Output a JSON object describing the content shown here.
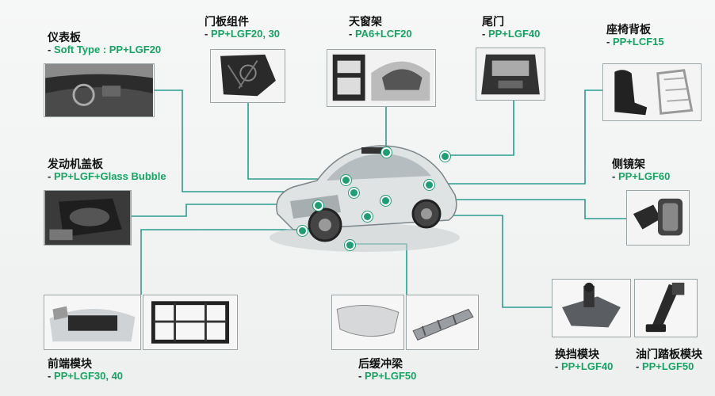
{
  "colors": {
    "accent": "#1f9e73",
    "spec_green": "#17a463",
    "line": "#2a9d8f"
  },
  "parts": {
    "dashboard": {
      "name": "仪表板",
      "spec": "Soft Type : PP+LGF20"
    },
    "door_module": {
      "name": "门板组件",
      "spec": "PP+LGF20, 30"
    },
    "sunroof": {
      "name": "天窗架",
      "spec": "PA6+LCF20"
    },
    "tailgate": {
      "name": "尾门",
      "spec": "PP+LGF40"
    },
    "seat_back": {
      "name": "座椅背板",
      "spec": "PP+LCF15"
    },
    "engine_cover": {
      "name": "发动机盖板",
      "spec": "PP+LGF+Glass Bubble"
    },
    "mirror_bracket": {
      "name": "侧镜架",
      "spec": "PP+LGF60"
    },
    "front_end": {
      "name": "前端模块",
      "spec": "PP+LGF30, 40"
    },
    "rear_bumper": {
      "name": "后缓冲梁",
      "spec": "PP+LGF50"
    },
    "shift_module": {
      "name": "换挡模块",
      "spec": "PP+LGF40"
    },
    "pedal_module": {
      "name": "油门踏板模块",
      "spec": "PP+LGF50"
    }
  }
}
